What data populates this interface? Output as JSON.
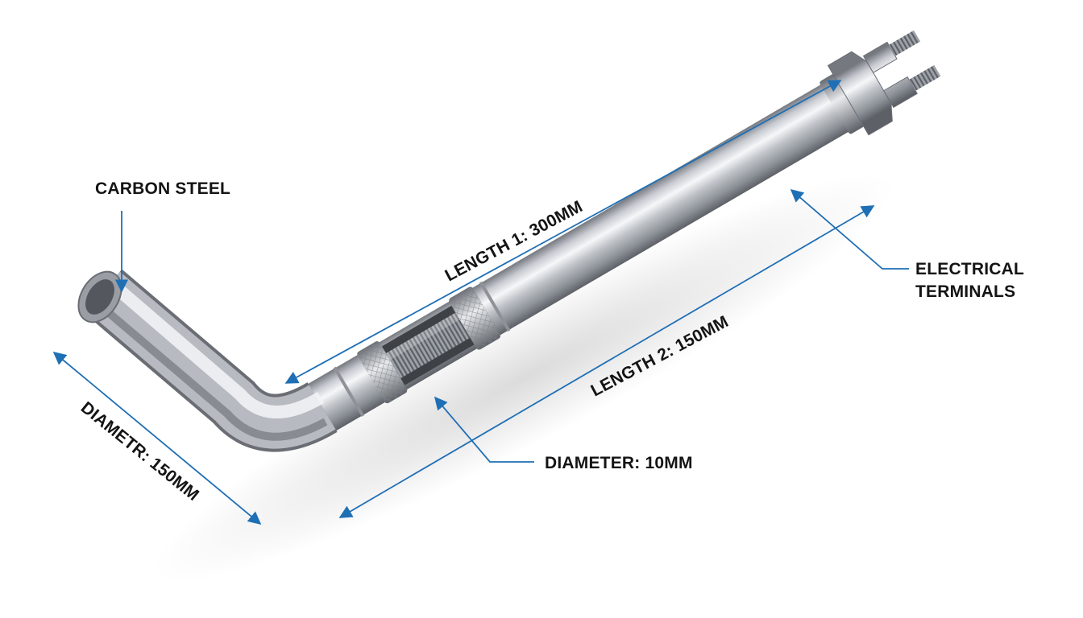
{
  "annotations": {
    "material": "CARBON STEEL",
    "terminals_line1": "ELECTRICAL",
    "terminals_line2": "TERMINALS",
    "length1": "LENGTH 1: 300MM",
    "length2": "LENGTH 2: 150MM",
    "diameter_outer": "DIAMETR: 150MM",
    "diameter_inner": "DIAMETER: 10MM"
  },
  "colors": {
    "annotation_blue": "#1f6fb5",
    "steel_light": "#f4f5f7",
    "steel_mid": "#b8bcc2",
    "steel_dark": "#6e737a",
    "text": "#141414"
  }
}
